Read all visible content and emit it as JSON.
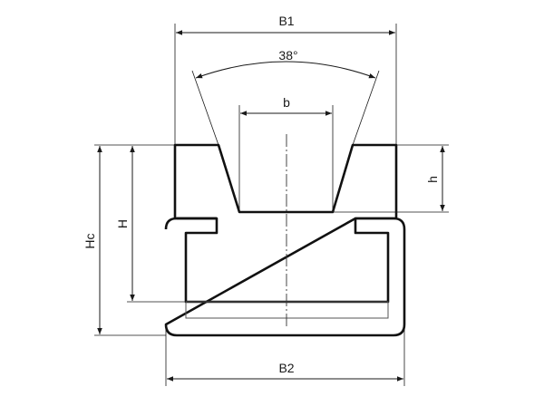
{
  "labels": {
    "b1": "B1",
    "angle": "38°",
    "b": "b",
    "h": "h",
    "H": "H",
    "hc": "Hc",
    "b2": "B2"
  },
  "colors": {
    "line": "#1a1a1a",
    "profile": "#111111",
    "background": "#ffffff"
  }
}
